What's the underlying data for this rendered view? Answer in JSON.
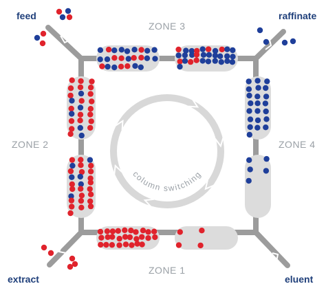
{
  "ports": {
    "feed": "feed",
    "raffinate": "raffinate",
    "extract": "extract",
    "eluent": "eluent"
  },
  "zones": {
    "zone1": "ZONE 1",
    "zone2": "ZONE 2",
    "zone3": "ZONE 3",
    "zone4": "ZONE 4"
  },
  "center_label": "column switching",
  "colors": {
    "red": "#e0232c",
    "blue": "#1f3f9a",
    "pipe": "#9c9c9c",
    "column": "#dcdcdc",
    "port_text": "#1f3f7a",
    "zone_text": "#9aa0a6"
  },
  "columns": [
    {
      "id": "zone3-left",
      "red": 9,
      "blue": 16
    },
    {
      "id": "zone3-right",
      "red": 8,
      "blue": 23
    },
    {
      "id": "zone2-top",
      "red": 20,
      "blue": 6
    },
    {
      "id": "zone2-bottom",
      "red": 22,
      "blue": 6
    },
    {
      "id": "zone4-top",
      "red": 0,
      "blue": 22
    },
    {
      "id": "zone4-bottom",
      "red": 0,
      "blue": 5
    },
    {
      "id": "zone1-left",
      "red": 28,
      "blue": 0
    },
    {
      "id": "zone1-right",
      "red": 4,
      "blue": 0
    }
  ]
}
